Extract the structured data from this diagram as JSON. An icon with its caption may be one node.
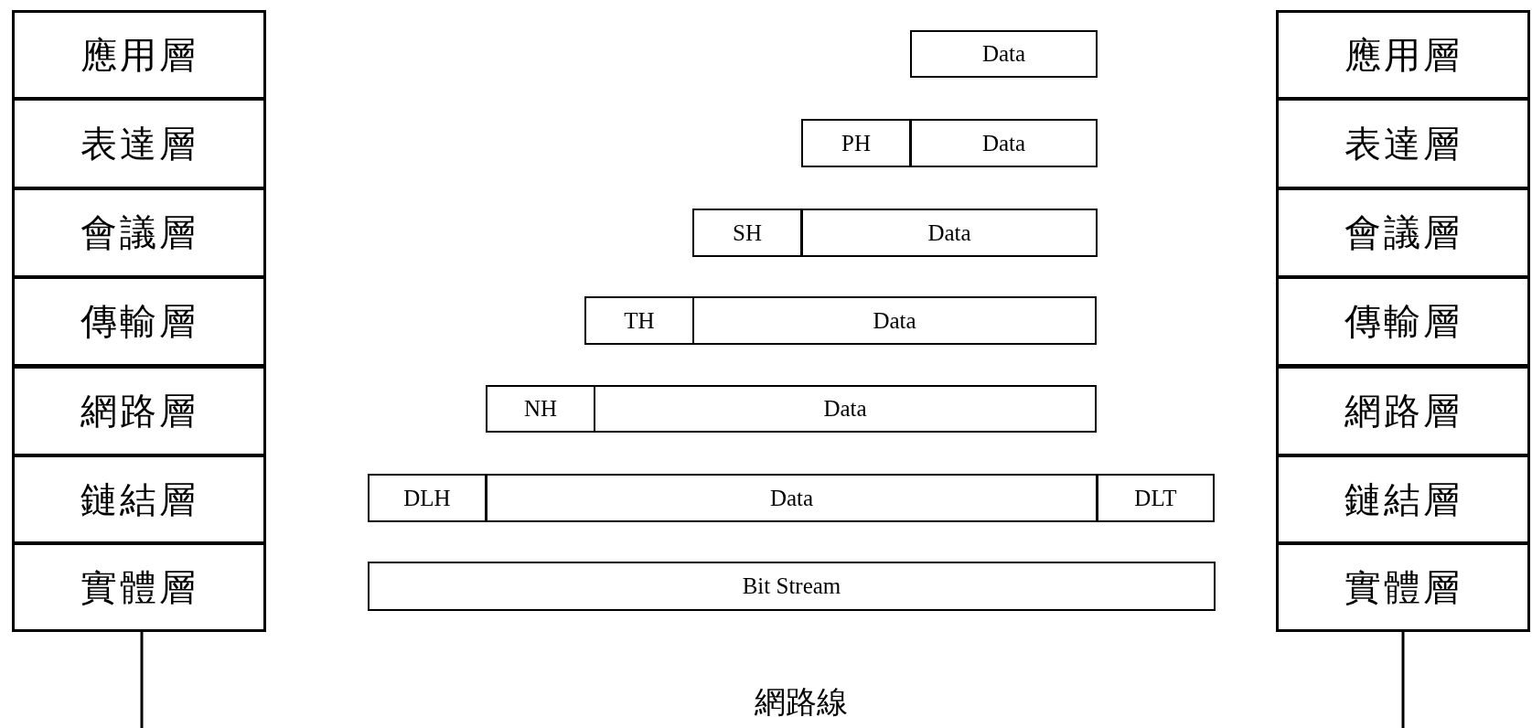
{
  "diagram": {
    "nodes": [
      {
        "text": [
          "應用層"
        ]
      },
      {
        "text": [
          "Data"
        ]
      },
      {
        "text": [
          "應用層"
        ]
      },
      {
        "text": [
          "表達層"
        ]
      },
      {
        "text": [
          "PH"
        ]
      },
      {
        "text": [
          "Data"
        ]
      },
      {
        "text": [
          "表達層"
        ]
      },
      {
        "text": [
          "會議層"
        ]
      },
      {
        "text": [
          "SH"
        ]
      },
      {
        "text": [
          "Data"
        ]
      },
      {
        "text": [
          "會議層"
        ]
      },
      {
        "text": [
          "傳輸層"
        ]
      },
      {
        "text": [
          "TH"
        ]
      },
      {
        "text": [
          "Data"
        ]
      },
      {
        "text": [
          "傳輸層"
        ]
      },
      {
        "text": [
          "網路層"
        ]
      },
      {
        "text": [
          "NH"
        ]
      },
      {
        "text": [
          "Data"
        ]
      },
      {
        "text": [
          "網路層"
        ]
      },
      {
        "text": [
          "鏈結層"
        ]
      },
      {
        "text": [
          "DLH"
        ]
      },
      {
        "text": [
          "Data"
        ]
      },
      {
        "text": [
          "DLT"
        ]
      },
      {
        "text": [
          "鏈結層"
        ]
      },
      {
        "text": [
          "實體層"
        ]
      },
      {
        "text": [
          "Bit Stream"
        ]
      },
      {
        "text": [
          "實體層"
        ]
      }
    ],
    "labels": [
      "網路線"
    ]
  }
}
